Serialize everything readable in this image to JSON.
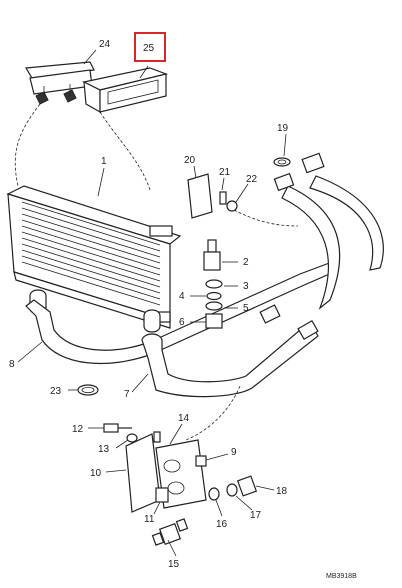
{
  "highlight": {
    "part": "25",
    "color": "#d62828"
  },
  "callouts": [
    {
      "id": "24",
      "label": "24"
    },
    {
      "id": "25",
      "label": "25"
    },
    {
      "id": "1",
      "label": "1"
    },
    {
      "id": "19",
      "label": "19"
    },
    {
      "id": "20",
      "label": "20"
    },
    {
      "id": "21",
      "label": "21"
    },
    {
      "id": "22",
      "label": "22"
    },
    {
      "id": "2",
      "label": "2"
    },
    {
      "id": "3",
      "label": "3"
    },
    {
      "id": "4",
      "label": "4"
    },
    {
      "id": "5",
      "label": "5"
    },
    {
      "id": "6",
      "label": "6"
    },
    {
      "id": "8",
      "label": "8"
    },
    {
      "id": "23",
      "label": "23"
    },
    {
      "id": "7",
      "label": "7"
    },
    {
      "id": "12",
      "label": "12"
    },
    {
      "id": "13",
      "label": "13"
    },
    {
      "id": "14",
      "label": "14"
    },
    {
      "id": "9",
      "label": "9"
    },
    {
      "id": "10",
      "label": "10"
    },
    {
      "id": "11",
      "label": "11"
    },
    {
      "id": "16",
      "label": "16"
    },
    {
      "id": "17",
      "label": "17"
    },
    {
      "id": "18",
      "label": "18"
    },
    {
      "id": "15",
      "label": "15"
    }
  ],
  "reference_code": "MB3918B"
}
